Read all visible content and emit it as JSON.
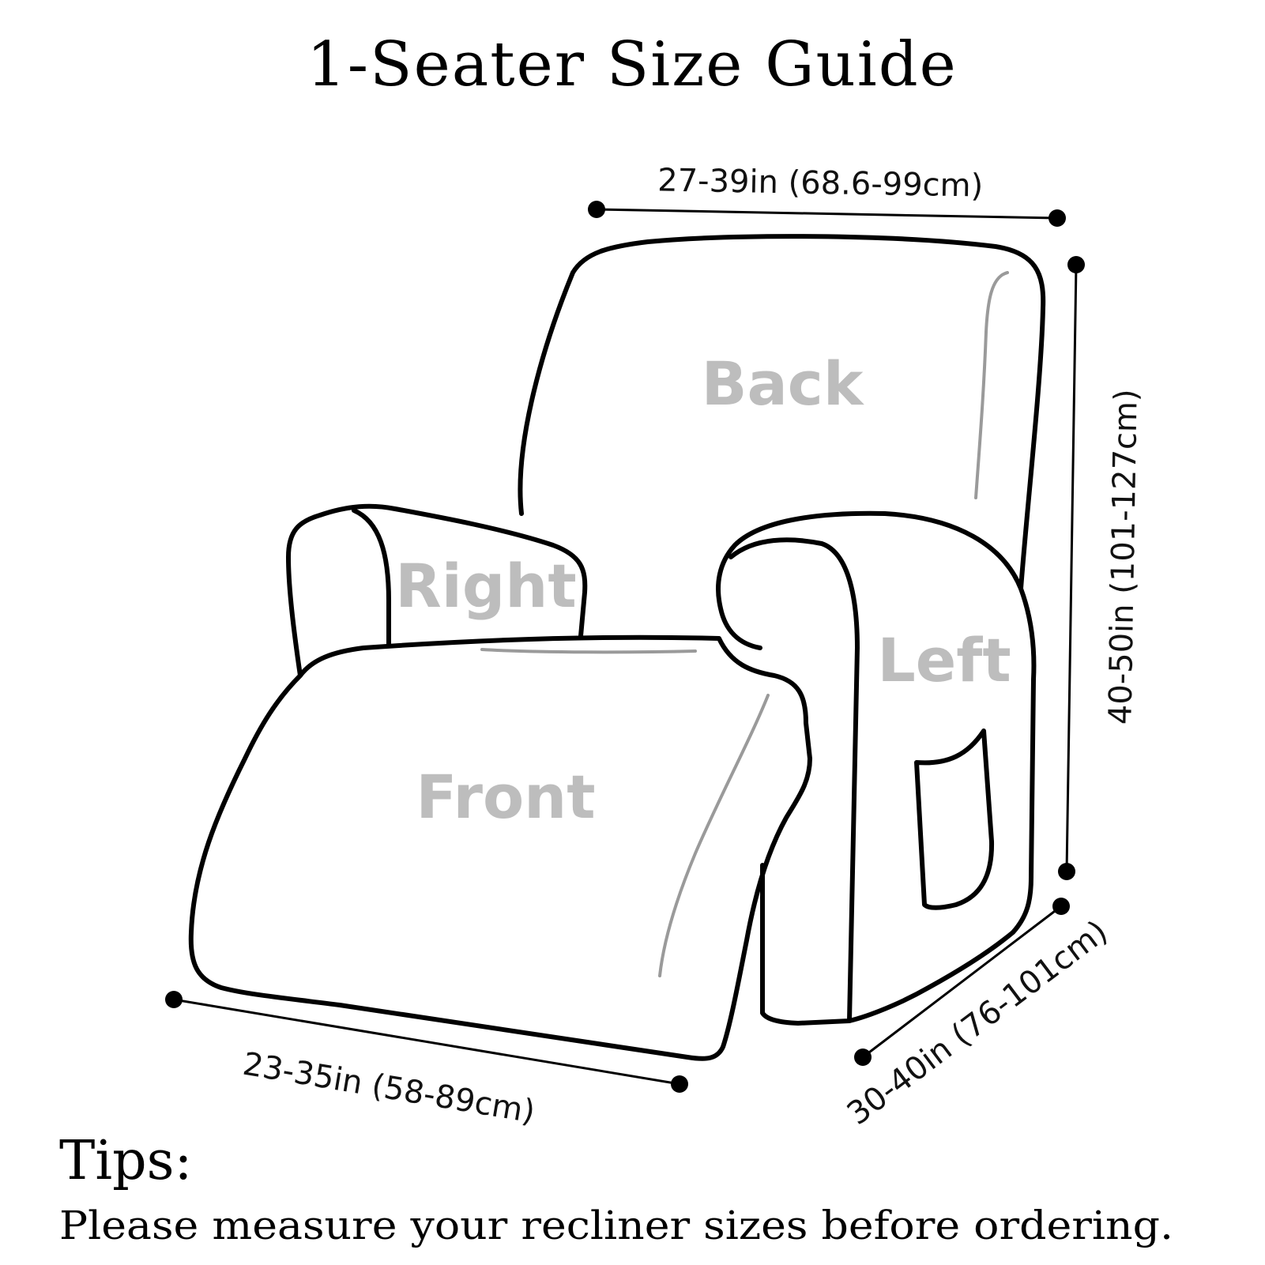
{
  "title": "1-Seater Size Guide",
  "parts": {
    "back": "Back",
    "right": "Right",
    "left": "Left",
    "front": "Front"
  },
  "dimensions": {
    "width": "27-39in (68.6-99cm)",
    "height": "40-50in (101-127cm)",
    "depth": "30-40in (76-101cm)",
    "seat": "23-35in (58-89cm)"
  },
  "tips": {
    "heading": "Tips:",
    "text": "Please measure your recliner sizes before ordering."
  },
  "colors": {
    "outline": "#000000",
    "label": "#bdbdbd",
    "background": "#ffffff"
  }
}
